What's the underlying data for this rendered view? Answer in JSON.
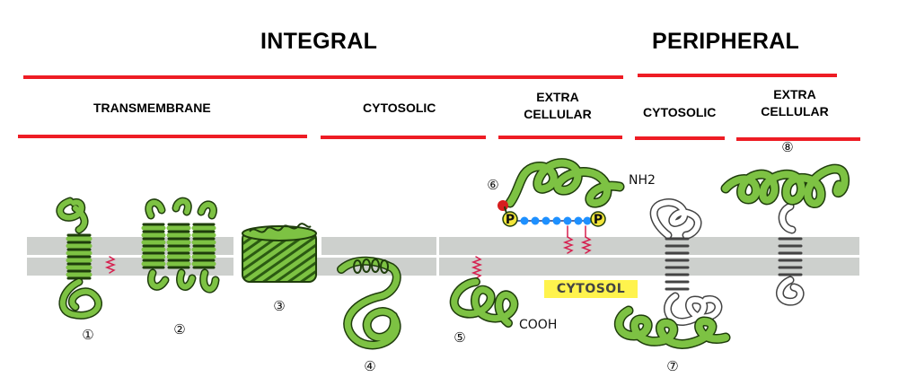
{
  "headers": {
    "integral": "INTEGRAL",
    "peripheral": "PERIPHERAL"
  },
  "subheaders": {
    "transmembrane": "TRANSMEMBRANE",
    "integral_cytosolic": "CYTOSOLIC",
    "integral_extracellular": [
      "EXTRA",
      "CELLULAR"
    ],
    "peripheral_cytosolic": "CYTOSOLIC",
    "peripheral_extracellular": [
      "EXTRA",
      "CELLULAR"
    ]
  },
  "labels": {
    "cytosol": "CYTOSOL",
    "nh2": "NH2",
    "cooh": "COOH",
    "phosphate": "P"
  },
  "protein_numbers": [
    "①",
    "②",
    "③",
    "④",
    "⑤",
    "⑥",
    "⑦",
    "⑧"
  ],
  "colors": {
    "rule_red": "#ee1c24",
    "membrane_gray": "#cdd0cd",
    "protein_green": "#7dc243",
    "protein_outline": "#1f3d0c",
    "lipid_anchor": "#d6204f",
    "gpi_chain_blue": "#1e90ff",
    "phosphate_yellow": "#f2e53a",
    "cytosol_highlight": "#fff34d"
  }
}
